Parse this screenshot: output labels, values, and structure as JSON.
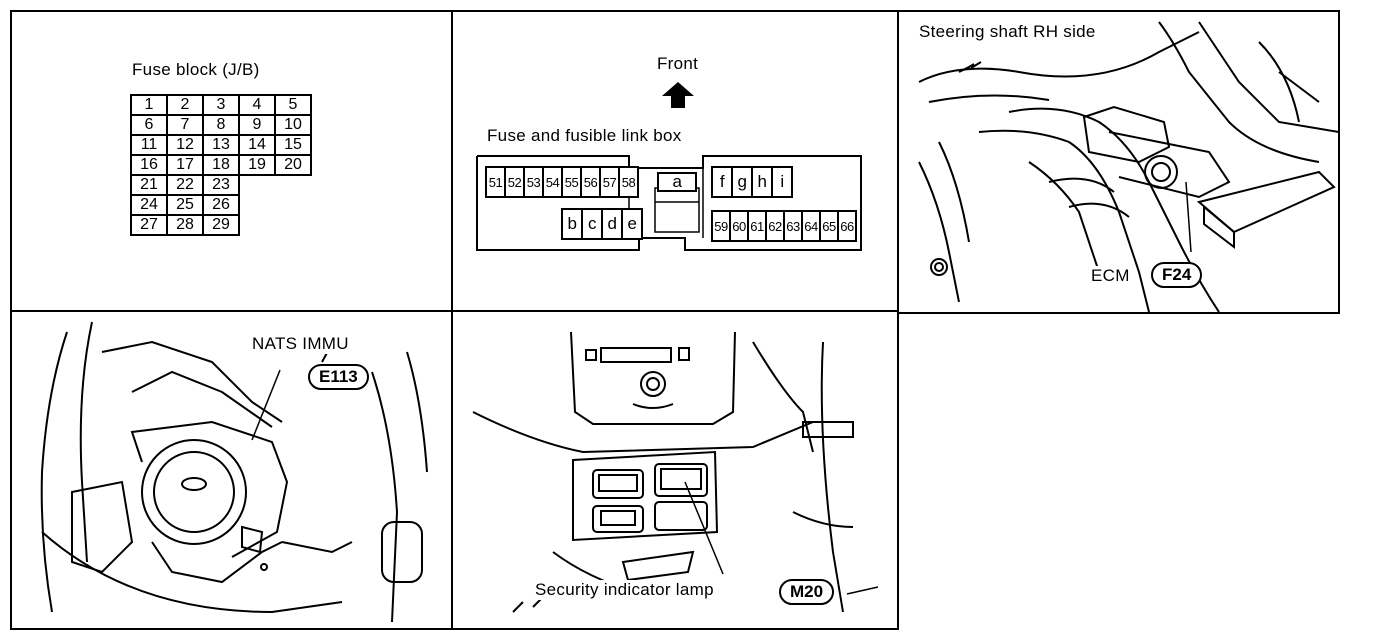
{
  "fuse_block": {
    "title": "Fuse block (J/B)",
    "rows": [
      [
        "1",
        "2",
        "3",
        "4",
        "5"
      ],
      [
        "6",
        "7",
        "8",
        "9",
        "10"
      ],
      [
        "11",
        "12",
        "13",
        "14",
        "15"
      ],
      [
        "16",
        "17",
        "18",
        "19",
        "20"
      ],
      [
        "21",
        "22",
        "23"
      ],
      [
        "24",
        "25",
        "26"
      ],
      [
        "27",
        "28",
        "29"
      ]
    ]
  },
  "link_box": {
    "front_label": "Front",
    "title": "Fuse and fusible link box",
    "top_left_cells": [
      "51",
      "52",
      "53",
      "54",
      "55",
      "56",
      "57",
      "58"
    ],
    "center_cell": "a",
    "bottom_left_cells": [
      "b",
      "c",
      "d",
      "e"
    ],
    "top_right_cells": [
      "f",
      "g",
      "h",
      "i"
    ],
    "bottom_right_cells": [
      "59",
      "60",
      "61",
      "62",
      "63",
      "64",
      "65",
      "66"
    ]
  },
  "ecm_panel": {
    "title": "Steering shaft RH side",
    "component": "ECM",
    "connector": "F24"
  },
  "nats_panel": {
    "component": "NATS IMMU",
    "connector": "E113"
  },
  "security_panel": {
    "component": "Security indicator lamp",
    "connector": "M20"
  }
}
